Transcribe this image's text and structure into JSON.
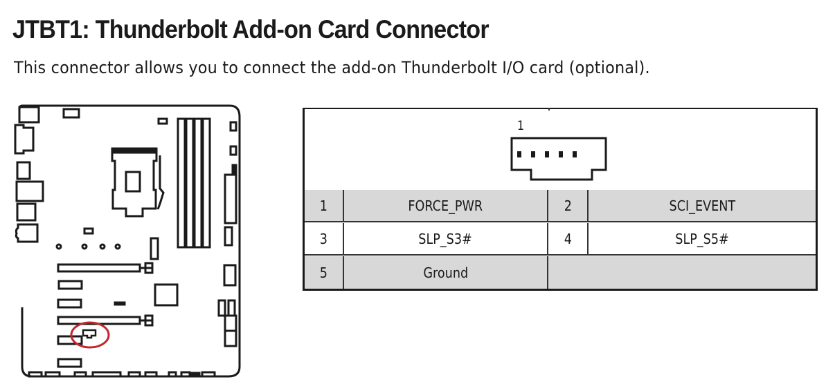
{
  "header": {
    "title": "JTBT1: Thunderbolt Add-on Card Connector",
    "description": "This connector allows you to connect the add-on Thunderbolt I/O card (optional)."
  },
  "board_diagram": {
    "description": "Motherboard layout with JTBT1 connector location highlighted",
    "highlight_color": "#c0272d",
    "line_color": "#1a1a1a"
  },
  "connector_diagram": {
    "pin_one_label": "1",
    "pin_count": 5
  },
  "pin_table": {
    "rows": [
      {
        "shaded": true,
        "cells": [
          {
            "pin": "1",
            "signal": "FORCE_PWR"
          },
          {
            "pin": "2",
            "signal": "SCI_EVENT"
          }
        ]
      },
      {
        "shaded": false,
        "cells": [
          {
            "pin": "3",
            "signal": "SLP_S3#"
          },
          {
            "pin": "4",
            "signal": "SLP_S5#"
          }
        ]
      },
      {
        "shaded": true,
        "cells": [
          {
            "pin": "5",
            "signal": "Ground"
          }
        ]
      }
    ],
    "shade_color": "#d8d8d8"
  }
}
